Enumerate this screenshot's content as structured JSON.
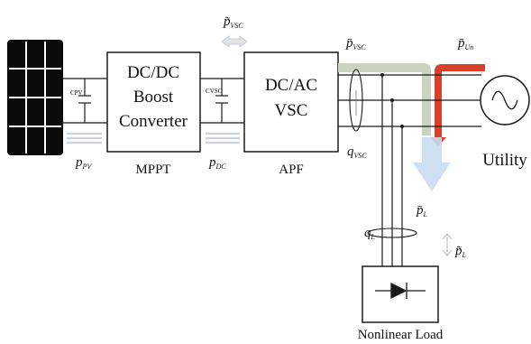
{
  "blocks": {
    "dcdc": {
      "line1": "DC/DC",
      "line2": "Boost",
      "line3": "Converter",
      "caption": "MPPT"
    },
    "vsc": {
      "line1": "DC/AC",
      "line2": "VSC",
      "caption": "APF"
    },
    "utility": {
      "caption": "Utility"
    },
    "load": {
      "caption": "Nonlinear Load"
    }
  },
  "capacitors": {
    "pv": "CPV",
    "vsc": "CVSC"
  },
  "signals": {
    "p_pv": {
      "main": "p",
      "sub": "PV"
    },
    "p_dc": {
      "main": "p",
      "sub": "DC"
    },
    "p_vsc_tilde": {
      "main": "p̃",
      "sub": "VSC"
    },
    "p_vsc_bar": {
      "main": "p̄",
      "sub": "VSC"
    },
    "p_un_bar": {
      "main": "p̄",
      "sub": "Un"
    },
    "q_vsc": {
      "main": "q",
      "sub": "VSC"
    },
    "p_l_bar": {
      "main": "p̄",
      "sub": "L"
    },
    "q_l": {
      "main": "q",
      "sub": "L"
    },
    "p_l_tilde": {
      "main": "p̃",
      "sub": "L"
    }
  },
  "colors": {
    "line": "#1a1a1a",
    "pv_panel": "#0b0b0b",
    "grey_flow": "#c9d3bd",
    "red_flow": "#d8402a",
    "blue_flow": "#c8dcee",
    "pale_arrow": "#d7dde3"
  }
}
